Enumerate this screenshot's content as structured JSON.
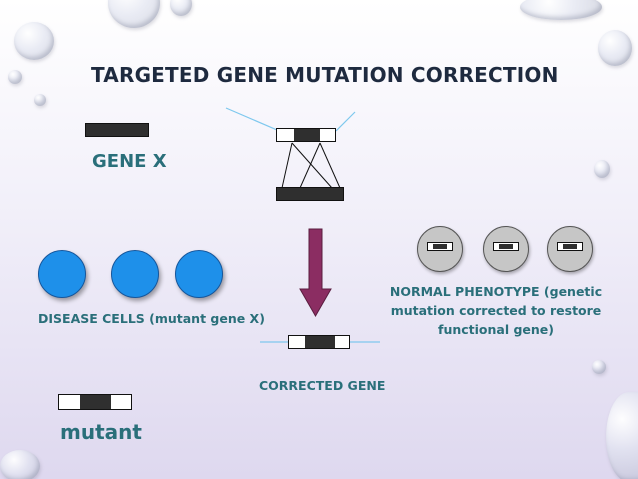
{
  "title": "TARGETED GENE MUTATION CORRECTION",
  "labels": {
    "gene_x": "GENE X",
    "disease_cells": "DISEASE CELLS (mutant gene X)",
    "normal_phenotype": "NORMAL PHENOTYPE (genetic mutation corrected to restore functional gene)",
    "corrected_gene": "CORRECTED GENE",
    "mutant": "mutant"
  },
  "colors": {
    "title": "#1e2a3f",
    "label": "#2a6f7a",
    "disease_cell": "#1e90ea",
    "normal_cell": "#c6c6c6",
    "arrow": "#8b2d62",
    "gene_dark": "#2f2f2f",
    "guide_line": "#7ec8ee"
  },
  "disease_cell_count": 3,
  "normal_cell_count": 3
}
